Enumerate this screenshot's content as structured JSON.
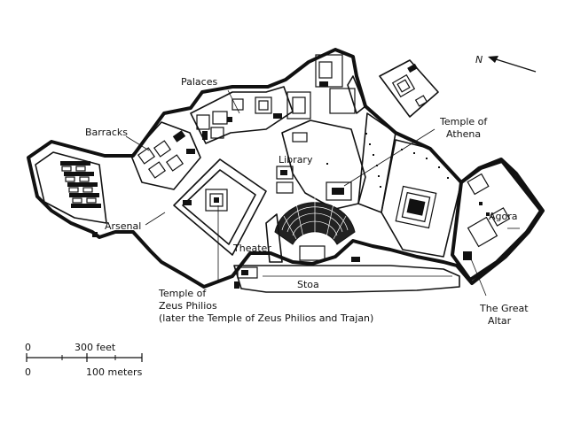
{
  "labels": {
    "palaces": "Palaces",
    "barracks": "Barracks",
    "arsenal": "Arsenal",
    "library": "Library",
    "temple_athena_1": "Temple of",
    "temple_athena_2": "Athena",
    "theater": "Theater",
    "agora": "Agora",
    "stoa": "Stoa",
    "zeus_1": "Temple of",
    "zeus_2": "Zeus Philios",
    "zeus_3": "(later the Temple of Zeus Philios and Trajan)",
    "altar_1": "The Great",
    "altar_2": "Altar"
  },
  "north": {
    "label": "N"
  },
  "scale": {
    "feet_zero": "0",
    "feet_value": "300 feet",
    "meters_zero": "0",
    "meters_value": "100 meters"
  },
  "colors": {
    "ink": "#111111",
    "background": "#ffffff"
  }
}
